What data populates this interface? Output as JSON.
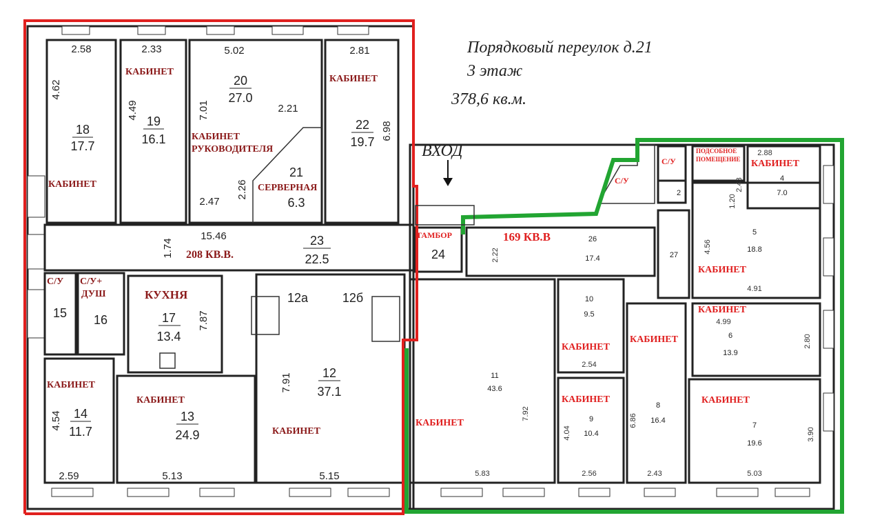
{
  "header": {
    "address": "Порядковый переулок д.21",
    "floor": "3 этаж",
    "total_area": "378,6 кв.м."
  },
  "entrance": "ВХОД",
  "zones": {
    "left_area": "208 КВ.В.",
    "right_area": "169 КВ.В",
    "left_color": "#e0201e",
    "right_color": "#22a532"
  },
  "labels": {
    "office": "КАБИНЕТ",
    "director_1": "КАБИНЕТ",
    "director_2": "РУКОВОДИТЕЛЯ",
    "server": "СЕРВЕРНАЯ",
    "kitchen": "КУХНЯ",
    "wc": "С/У",
    "wc_shower_1": "С/У+",
    "wc_shower_2": "ДУШ",
    "vestibule": "ТАМБОР",
    "utility_1": "ПОДСОБНОЕ",
    "utility_2": "ПОМЕЩЕНИЕ"
  },
  "rooms": {
    "r18": {
      "num": "18",
      "area": "17.7",
      "w": "2.58",
      "h": "4.62"
    },
    "r19": {
      "num": "19",
      "area": "16.1",
      "w": "2.33",
      "h": "4.49"
    },
    "r20": {
      "num": "20",
      "area": "27.0",
      "w": "5.02",
      "h": "7.01",
      "d1": "2.21",
      "d2": "2.47",
      "d3": "2.26"
    },
    "r21": {
      "num": "21",
      "area": "6.3"
    },
    "r22": {
      "num": "22",
      "area": "19.7",
      "w": "2.81",
      "h": "6.98"
    },
    "r23": {
      "num": "23",
      "area": "22.5",
      "w": "15.46",
      "h": "1.74"
    },
    "r15": {
      "num": "15"
    },
    "r16": {
      "num": "16"
    },
    "r17": {
      "num": "17",
      "area": "13.4",
      "h": "7.87"
    },
    "r12a": {
      "num": "12а"
    },
    "r12b": {
      "num": "12б"
    },
    "r12": {
      "num": "12",
      "area": "37.1",
      "h": "7.91",
      "w": "5.15"
    },
    "r14": {
      "num": "14",
      "area": "11.7",
      "h": "4.54",
      "w": "2.59"
    },
    "r13": {
      "num": "13",
      "area": "24.9",
      "w": "5.13"
    },
    "r24": {
      "num": "24"
    },
    "r26": {
      "num": "26",
      "area": "17.4",
      "h": "2.22"
    },
    "r27": {
      "num": "27"
    },
    "r2": {
      "num": "2"
    },
    "r4": {
      "num": "4",
      "area": "7.0",
      "w": "2.88",
      "h": "2.43",
      "d1": "1.20"
    },
    "r5": {
      "num": "5",
      "area": "18.8",
      "h": "4.56",
      "w": "4.91"
    },
    "r6": {
      "num": "6",
      "area": "13.9",
      "w": "4.99",
      "h": "2.80"
    },
    "r7": {
      "num": "7",
      "area": "19.6",
      "w": "5.03",
      "h": "3.90"
    },
    "r8": {
      "num": "8",
      "area": "16.4",
      "h": "6.86",
      "w": "2.43"
    },
    "r9": {
      "num": "9",
      "area": "10.4",
      "h": "4.04",
      "w": "2.56"
    },
    "r10": {
      "num": "10",
      "area": "9.5",
      "w": "2.54"
    },
    "r11": {
      "num": "11",
      "area": "43.6",
      "h": "7.92",
      "w": "5.83"
    }
  }
}
